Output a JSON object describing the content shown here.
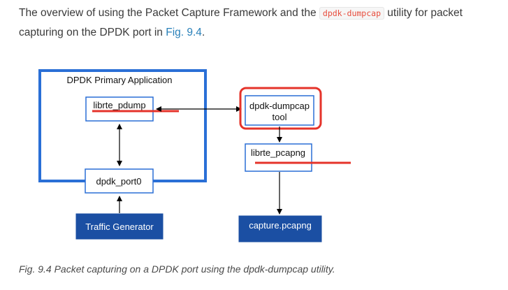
{
  "intro": {
    "text_before": "The overview of using the Packet Capture Framework and the ",
    "code": "dpdk-dumpcap",
    "text_middle": " utility for packet capturing on the DPDK port in ",
    "link": "Fig. 9.4",
    "text_after": "."
  },
  "figure": {
    "primary_app_label": "DPDK Primary Application",
    "librte_pdump": "librte_pdump",
    "dpdk_port0": "dpdk_port0",
    "traffic_generator": "Traffic Generator",
    "dumpcap_line1": "dpdk-dumpcap",
    "dumpcap_line2": "tool",
    "librte_pcapng": "librte_pcapng",
    "capture_file": "capture.pcapng",
    "colors": {
      "box_border": "#2a6fd6",
      "filled_box": "#1b4fa3",
      "highlight": "#e5332a",
      "arrow": "#000000"
    }
  },
  "caption": {
    "label": "Fig. 9.4",
    "text": " Packet capturing on a DPDK port using the dpdk-dumpcap utility."
  }
}
